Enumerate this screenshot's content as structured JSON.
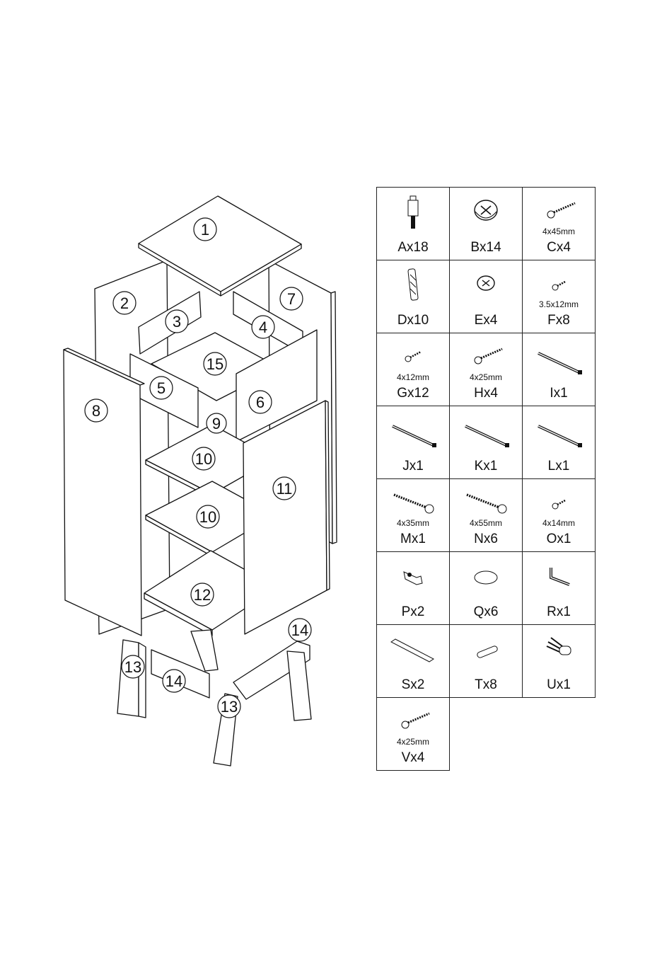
{
  "part_labels": [
    "1",
    "2",
    "3",
    "4",
    "5",
    "6",
    "7",
    "8",
    "9",
    "10",
    "10",
    "11",
    "12",
    "13",
    "13",
    "14",
    "14",
    "15"
  ],
  "hardware": [
    {
      "label": "Ax18",
      "size": "",
      "icon": "cam-bolt-icon"
    },
    {
      "label": "Bx14",
      "size": "",
      "icon": "cam-lock-icon"
    },
    {
      "label": "Cx4",
      "size": "4x45mm",
      "icon": "screw-icon"
    },
    {
      "label": "Dx10",
      "size": "",
      "icon": "wooden-dowel-icon"
    },
    {
      "label": "Ex4",
      "size": "",
      "icon": "cam-lock-small-icon"
    },
    {
      "label": "Fx8",
      "size": "3.5x12mm",
      "icon": "screw-small-icon"
    },
    {
      "label": "Gx12",
      "size": "4x12mm",
      "icon": "screw-short-icon"
    },
    {
      "label": "Hx4",
      "size": "4x25mm",
      "icon": "screw-icon"
    },
    {
      "label": "Ix1",
      "size": "",
      "icon": "drawer-rail-icon"
    },
    {
      "label": "Jx1",
      "size": "",
      "icon": "drawer-rail-icon"
    },
    {
      "label": "Kx1",
      "size": "",
      "icon": "drawer-rail-icon"
    },
    {
      "label": "Lx1",
      "size": "",
      "icon": "drawer-rail-icon"
    },
    {
      "label": "Mx1",
      "size": "4x35mm",
      "icon": "screw-long-icon"
    },
    {
      "label": "Nx6",
      "size": "4x55mm",
      "icon": "screw-long-icon"
    },
    {
      "label": "Ox1",
      "size": "4x14mm",
      "icon": "screw-small-icon"
    },
    {
      "label": "Px2",
      "size": "",
      "icon": "hinge-icon"
    },
    {
      "label": "Qx6",
      "size": "",
      "icon": "felt-pad-icon"
    },
    {
      "label": "Rx1",
      "size": "",
      "icon": "angle-bracket-icon"
    },
    {
      "label": "Sx2",
      "size": "",
      "icon": "metal-strip-icon"
    },
    {
      "label": "Tx8",
      "size": "",
      "icon": "pin-icon"
    },
    {
      "label": "Ux1",
      "size": "",
      "icon": "wall-plug-icon"
    },
    {
      "label": "Vx4",
      "size": "4x25mm",
      "icon": "screw-icon"
    }
  ]
}
